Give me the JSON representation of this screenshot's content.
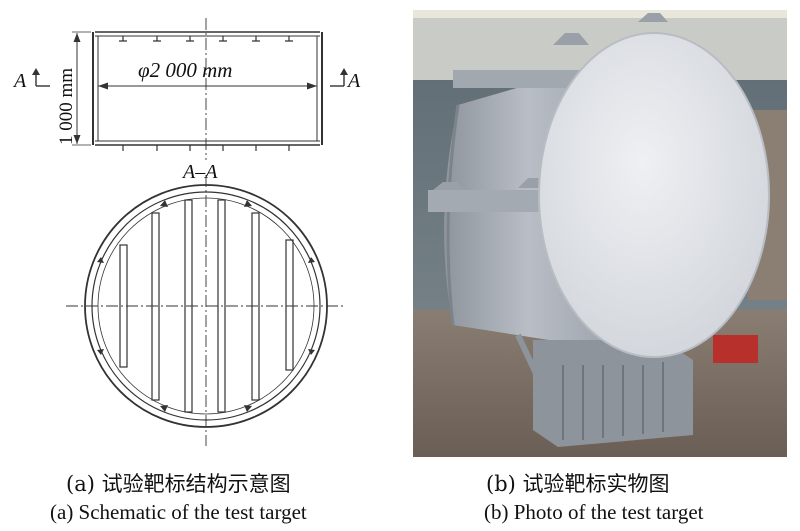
{
  "schematic": {
    "section_left": "A",
    "section_right": "A",
    "diameter_label": "φ2 000 mm",
    "height_label": "1 000 mm",
    "section_title": "A–A"
  },
  "captions": {
    "a_cn": "(a) 试验靶标结构示意图",
    "a_en": "(a) Schematic of the test target",
    "b_cn": "(b) 试验靶标实物图",
    "b_en": "(b) Photo of the test target"
  },
  "colors": {
    "line": "#333333",
    "target_face": "#e6e8ec",
    "target_body": "#b7bcc4",
    "background_wall": "#6f7a82",
    "ground": "#7d7066"
  }
}
